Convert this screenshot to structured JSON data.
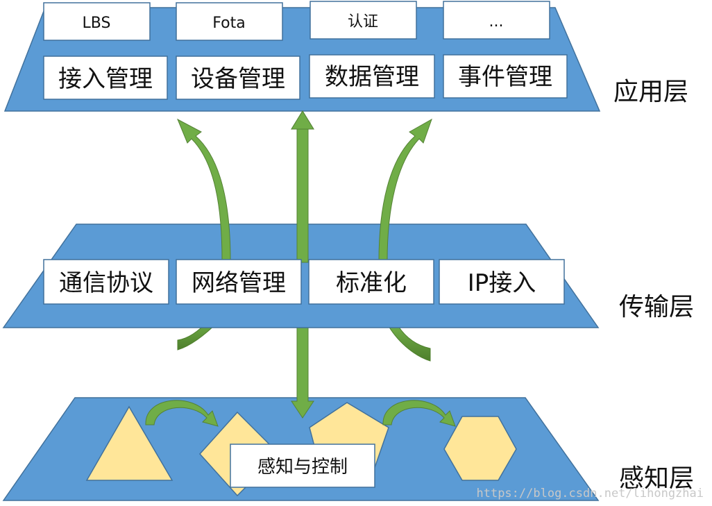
{
  "colors": {
    "platform": "#5b9bd5",
    "platform_edge": "#41719c",
    "arrow": "#70ad47",
    "arrow_dark": "#548235",
    "shape_fill": "#ffe699",
    "shape_edge": "#41719c",
    "box_fill": "#ffffff",
    "box_edge": "#41719c"
  },
  "application_layer": {
    "label": "应用层",
    "top_tabs": [
      "LBS",
      "Fota",
      "认证",
      "..."
    ],
    "modules": [
      "接入管理",
      "设备管理",
      "数据管理",
      "事件管理"
    ]
  },
  "transport_layer": {
    "label": "传输层",
    "modules": [
      "通信协议",
      "网络管理",
      "标准化",
      "IP接入"
    ]
  },
  "perception_layer": {
    "label": "感知层",
    "center_box": "感知与控制",
    "shapes": [
      "triangle",
      "diamond",
      "pentagon",
      "hexagon"
    ]
  },
  "watermark": "https://blog.csdn.net/lihongzhai"
}
